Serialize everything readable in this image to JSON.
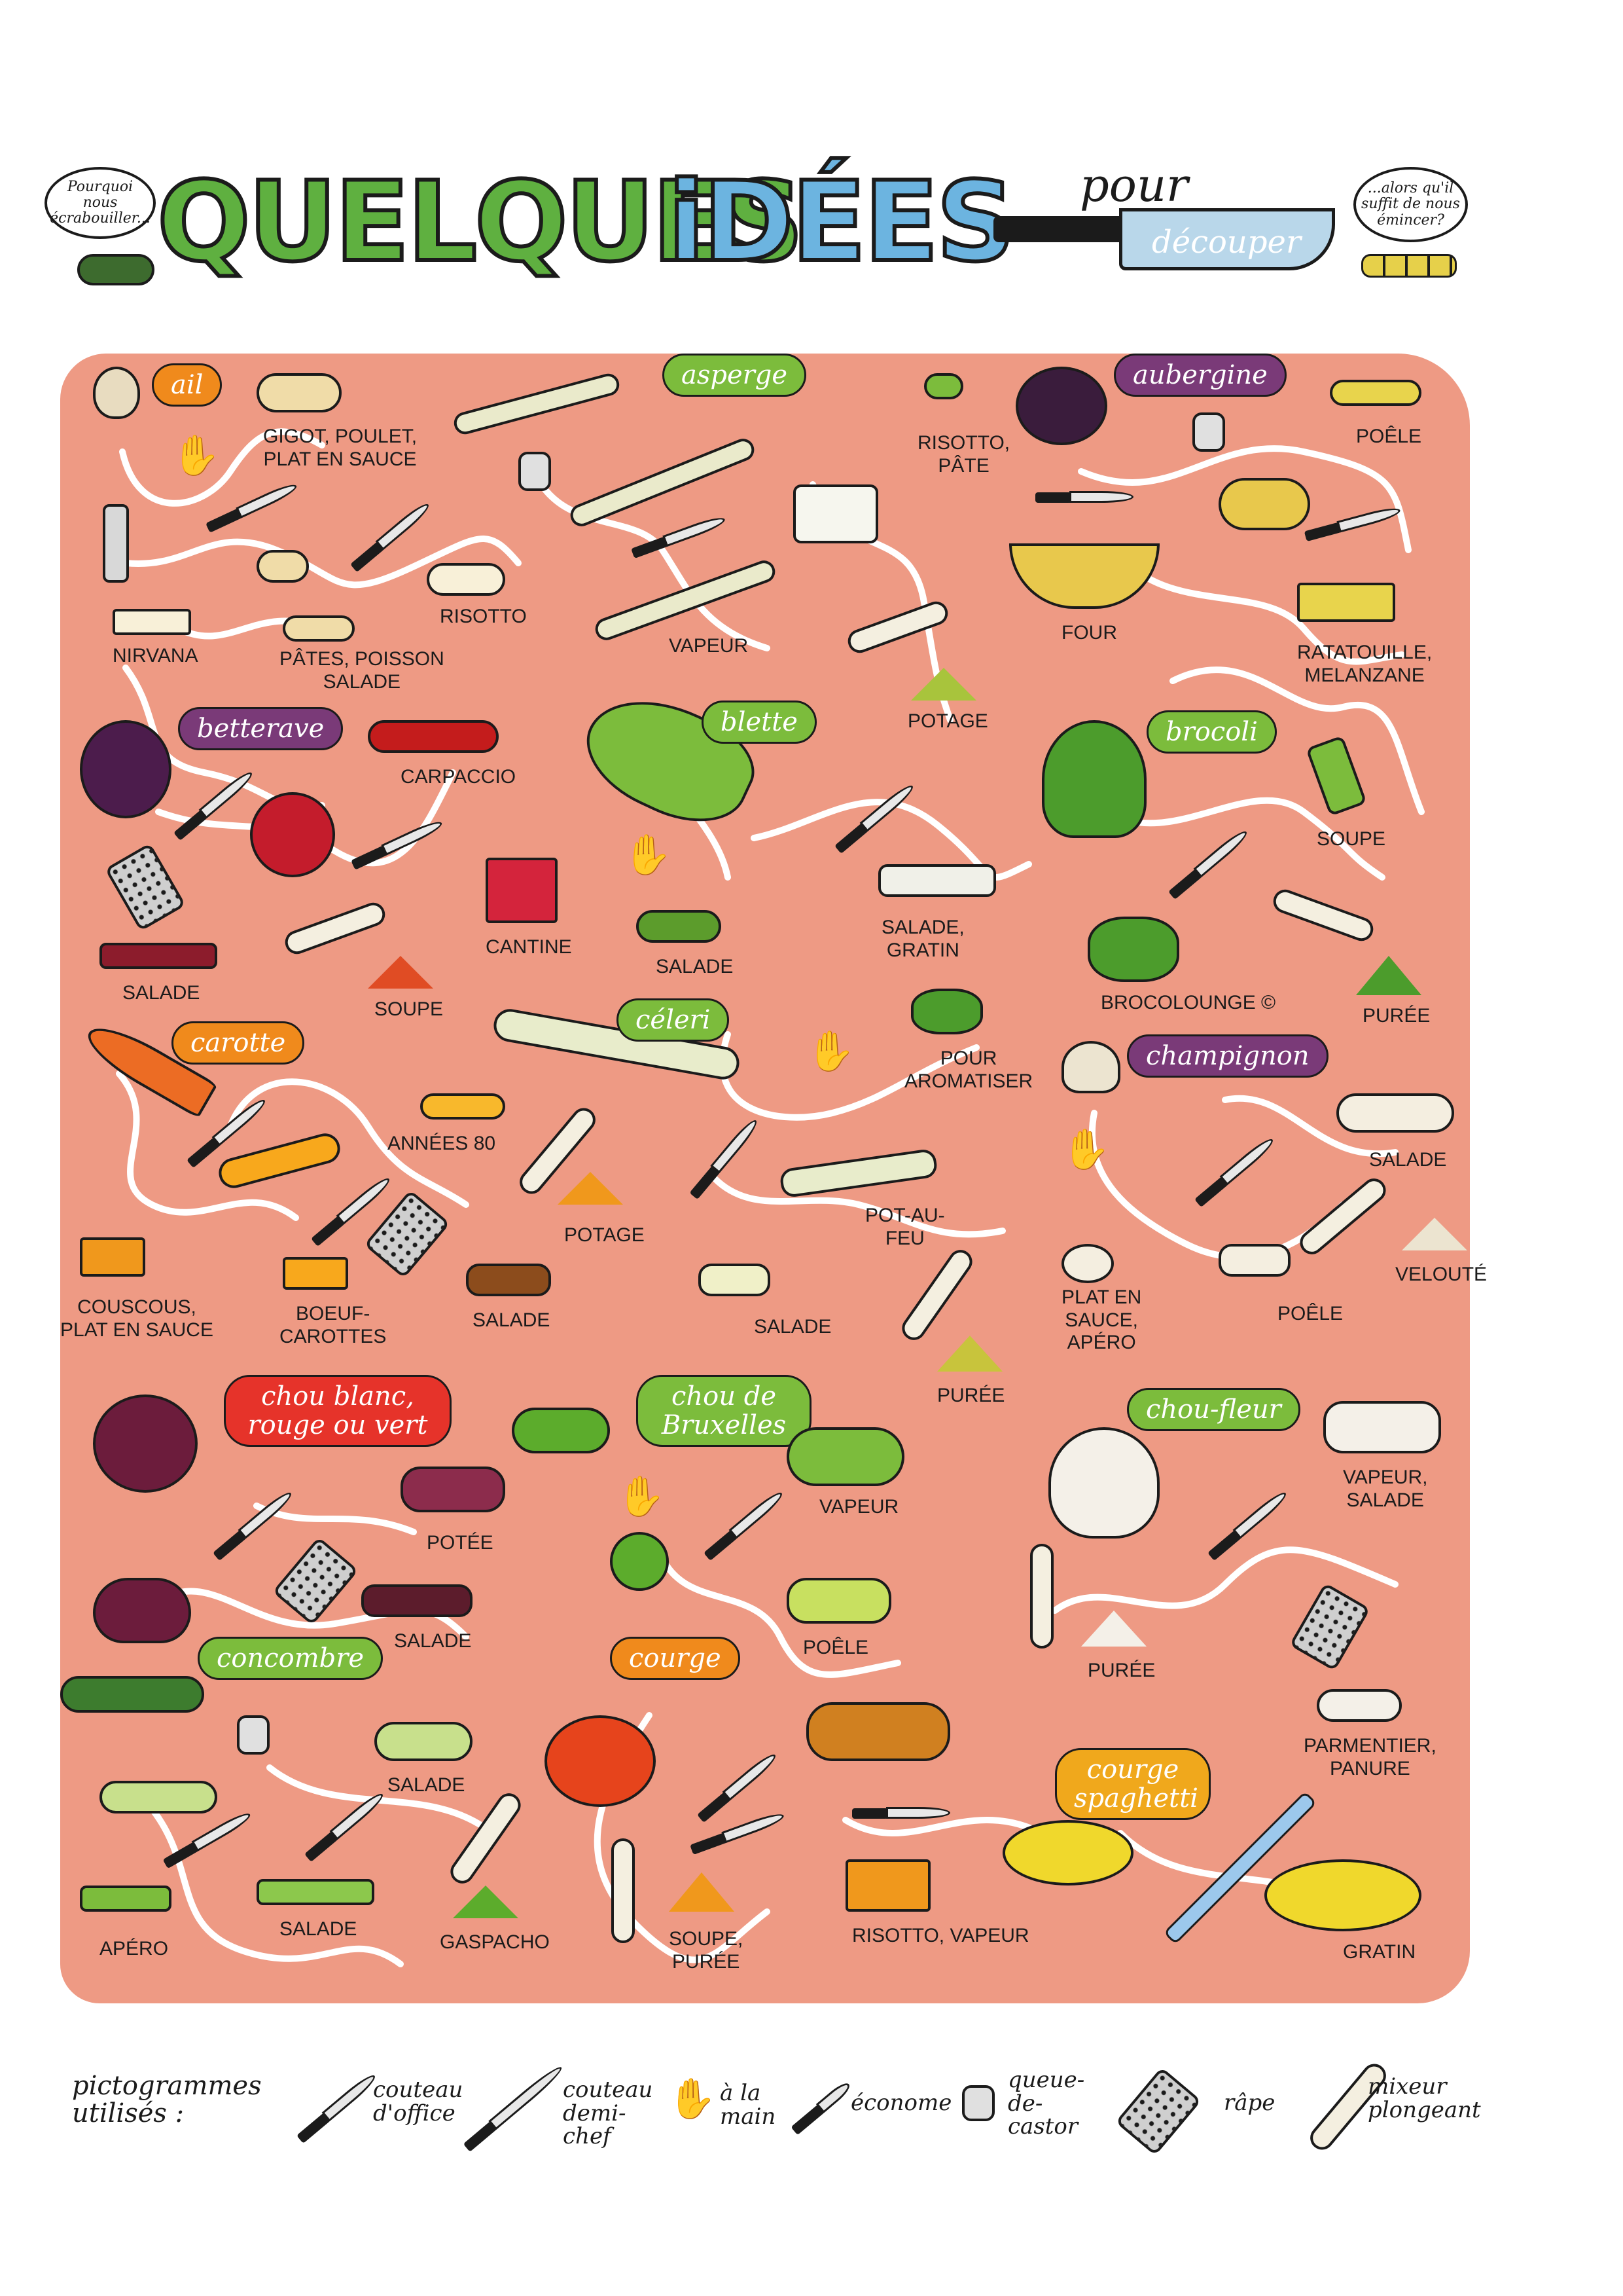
{
  "header": {
    "title_part1": "QUELQUES",
    "title_part2": "iDÉES",
    "title_part3": "pour",
    "title_part4": "découper",
    "bubble_left": "Pourquoi nous écrabouiller...",
    "bubble_right": "...alors qu'il suffit de nous émincer?"
  },
  "vegetables": {
    "ail": {
      "name": "ail",
      "labels": [
        "GIGOT, POULET,",
        "PLAT EN SAUCE",
        "NIRVANA",
        "PÂTES, POISSON",
        "SALADE",
        "RISOTTO"
      ]
    },
    "asperge": {
      "name": "asperge",
      "labels": [
        "RISOTTO,",
        "PÂTE",
        "VAPEUR",
        "POTAGE"
      ]
    },
    "aubergine": {
      "name": "aubergine",
      "labels": [
        "POÊLE",
        "FOUR",
        "RATATOUILLE,",
        "MELANZANE"
      ]
    },
    "betterave": {
      "name": "betterave",
      "labels": [
        "CARPACCIO",
        "CANTINE",
        "SALADE",
        "SOUPE"
      ]
    },
    "blette": {
      "name": "blette",
      "labels": [
        "SALADE",
        "SALADE,",
        "GRATIN"
      ]
    },
    "brocoli": {
      "name": "brocoli",
      "labels": [
        "SOUPE",
        "BROCOLOUNGE ©",
        "PURÉE"
      ]
    },
    "carotte": {
      "name": "carotte",
      "labels": [
        "ANNÉES 80",
        "POTAGE",
        "COUSCOUS,",
        "PLAT EN SAUCE",
        "BOEUF-",
        "CAROTTES",
        "SALADE"
      ]
    },
    "celeri": {
      "name": "céleri",
      "labels": [
        "POUR",
        "AROMATISER",
        "POT-AU-",
        "FEU",
        "SALADE",
        "PURÉE"
      ]
    },
    "champignon": {
      "name": "champignon",
      "labels": [
        "SALADE",
        "VELOUTÉ",
        "PLAT EN",
        "SAUCE,",
        "APÉRO",
        "POÊLE"
      ]
    },
    "chou": {
      "name": "chou blanc, rouge ou vert",
      "labels": [
        "POTÉE",
        "SALADE"
      ]
    },
    "bruxelles": {
      "name": "chou de Bruxelles",
      "labels": [
        "VAPEUR",
        "POÊLE"
      ]
    },
    "choufleur": {
      "name": "chou-fleur",
      "labels": [
        "VAPEUR,",
        "SALADE",
        "PURÉE",
        "PARMENTIER,",
        "PANURE"
      ]
    },
    "concombre": {
      "name": "concombre",
      "labels": [
        "SALADE",
        "APÉRO",
        "SALADE",
        "GASPACHO"
      ]
    },
    "courge": {
      "name": "courge",
      "labels": [
        "SOUPE,",
        "PURÉE",
        "RISOTTO, VAPEUR"
      ]
    },
    "spaghetti": {
      "name": "courge spaghetti",
      "labels": [
        "GRATIN"
      ]
    }
  },
  "legend": {
    "title": "pictogrammes utilisés :",
    "items": [
      {
        "label": "couteau d'office",
        "icon": "paring-knife-icon"
      },
      {
        "label": "couteau demi-chef",
        "icon": "chef-knife-icon"
      },
      {
        "label": "à la main",
        "icon": "hand-icon"
      },
      {
        "label": "économe",
        "icon": "peeler-icon"
      },
      {
        "label": "queue-de-castor",
        "icon": "beaver-tail-peeler-icon"
      },
      {
        "label": "râpe",
        "icon": "grater-icon"
      },
      {
        "label": "mixeur plongeant",
        "icon": "hand-blender-icon"
      }
    ]
  },
  "colors": {
    "board": "#ee9a84",
    "title_green": "#5fb040",
    "title_blue": "#6cb4e0",
    "bubble_green": "#7cbc3c",
    "bubble_purple": "#7a3a78",
    "bubble_orange": "#f08a1c",
    "bubble_red": "#e6332a"
  }
}
